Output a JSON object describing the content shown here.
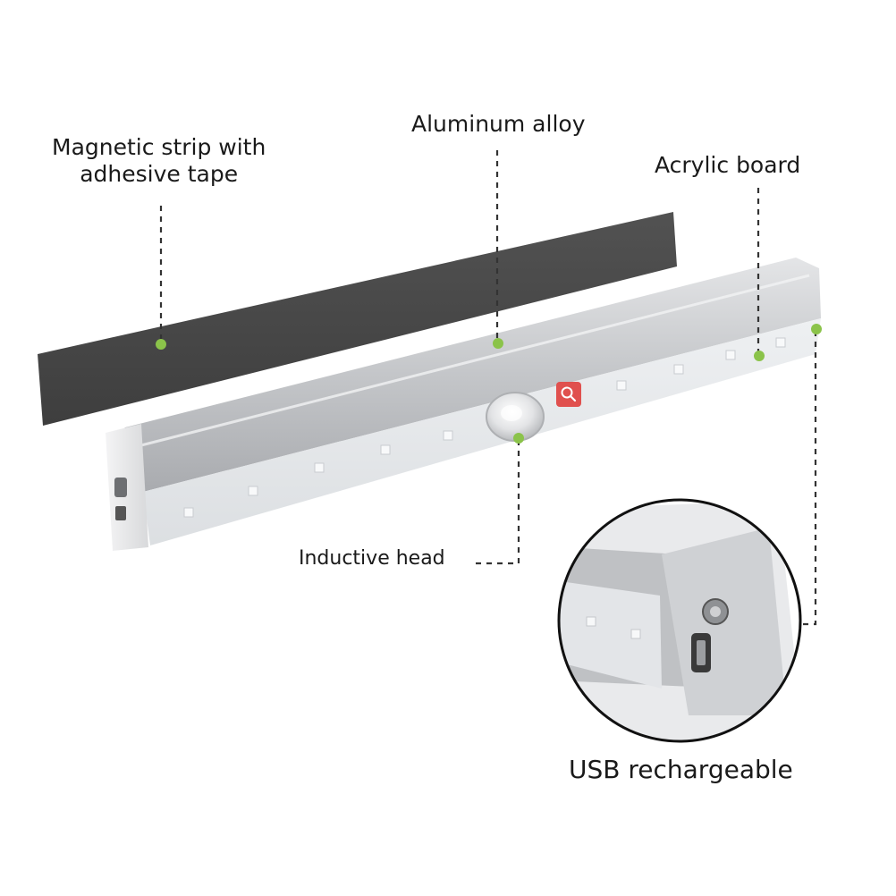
{
  "labels": {
    "magnetic_line1": "Magnetic strip with",
    "magnetic_line2": "adhesive tape",
    "aluminum": "Aluminum alloy",
    "acrylic": "Acrylic board",
    "inductive": "Inductive head",
    "usb": "USB rechargeable"
  },
  "colors": {
    "marker_dot": "#8bc34a",
    "magnetic_strip": "#4a4a4a",
    "aluminum_body": "#c8c9cb",
    "acrylic_diffuser": "#e6e8ea",
    "zoom_button": "#e0504e"
  },
  "icons": {
    "zoom": "magnifier-icon"
  }
}
